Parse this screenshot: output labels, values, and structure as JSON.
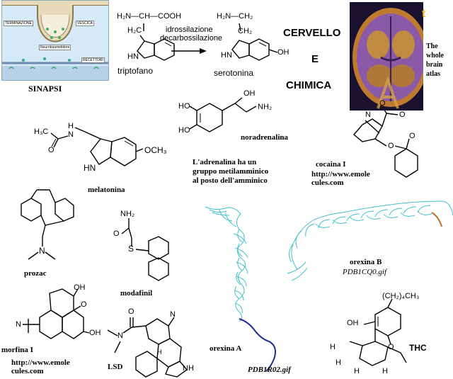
{
  "synapse": {
    "caption": "SINAPSI",
    "label_terminazione": "TERMINAZIONE",
    "label_vescicola": "VESCICA",
    "label_neurotrasmettitore": "Neurotrasmettitore",
    "label_recettori": "RECETTORI"
  },
  "reaction": {
    "tryptophan_amine": "H₂N—CH—COOH",
    "tryptophan_ch2": "H₂C",
    "tryptophan_nh": "HN",
    "tryptophan_name": "triptofano",
    "arrow_line1": "idrossilazione",
    "arrow_line2": "decarbossilazione",
    "serotonin_amine": "H₂N—CH₂",
    "serotonin_ch2": "CH₂",
    "serotonin_oh": "OH",
    "serotonin_nh": "HN",
    "serotonin_name": "serotonina"
  },
  "title": {
    "line1": "CERVELLO",
    "line2": "E",
    "line3": "CHIMICA"
  },
  "brain": {
    "line1": "The",
    "line2": "whole",
    "line3": "brain",
    "line4": "atlas",
    "corner_letter": "t"
  },
  "melatonin": {
    "h3c": "H₃C",
    "o": "O",
    "h": "H",
    "n": "N",
    "och3": "OCH₃",
    "hn": "HN",
    "name": "melatonina"
  },
  "noradrenaline": {
    "oh_top": "OH",
    "nh2": "NH₂",
    "ho1": "HO",
    "ho2": "HO",
    "name": "noradrenalina",
    "note1": "L'adrenalina ha un",
    "note2": "gruppo metilamminico",
    "note3": "al posto dell'amminico"
  },
  "cocaine": {
    "n": "N",
    "o1": "O",
    "o2": "O",
    "o3": "O",
    "o4": "O",
    "name": "cocaina I",
    "url1": "http://www.emole",
    "url2": "cules.com"
  },
  "prozac": {
    "n": "N",
    "name": "prozac"
  },
  "modafinil": {
    "nh2": "NH₂",
    "o": "O",
    "s": "S",
    "name": "modafinil"
  },
  "orexinA": {
    "name": "orexina A",
    "file": "PDB1R02.gif"
  },
  "orexinB": {
    "name": "orexina B",
    "file": "PDB1CQ0.gif"
  },
  "morphine": {
    "oh_top": "OH",
    "o": "O",
    "n": "N",
    "oh_bottom": "OH",
    "name": "morfina I",
    "url1": "http://www.emole",
    "url2": "cules.com"
  },
  "lsd": {
    "o": "O",
    "n1": "N",
    "n2": "N",
    "nh": "NH",
    "h": "H",
    "name": "LSD"
  },
  "thc": {
    "chain": "(CH₂)₄CH₃",
    "oh": "OH",
    "o": "O",
    "h": "H",
    "name": "THC"
  }
}
